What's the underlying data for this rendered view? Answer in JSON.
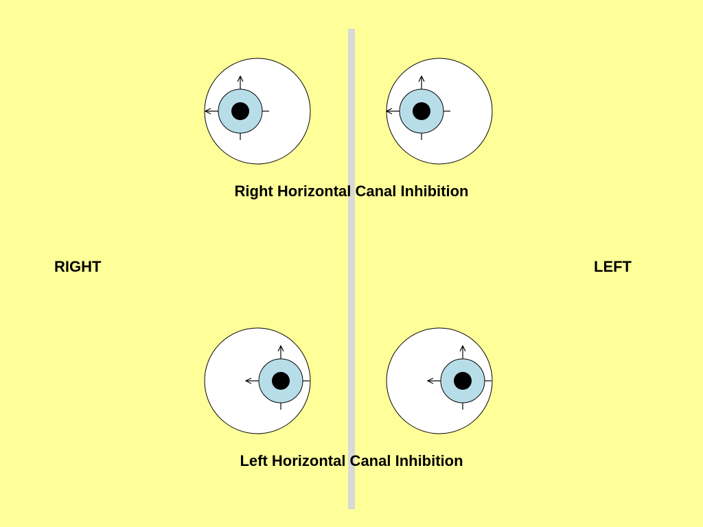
{
  "labels": {
    "side_right": "RIGHT",
    "side_left": "LEFT",
    "caption_top": "Right Horizontal Canal Inhibition",
    "caption_bottom": "Left Horizontal Canal Inhibition"
  },
  "colors": {
    "background": "#ffff99",
    "divider": "#d9d9d9",
    "sclera": "#ffffff",
    "iris": "#b7dde8",
    "pupil": "#000000",
    "stroke": "#000000"
  },
  "icons": {
    "eye": "eye-icon",
    "arrow_up": "arrow-up-icon",
    "arrow_left": "arrow-left-icon"
  }
}
